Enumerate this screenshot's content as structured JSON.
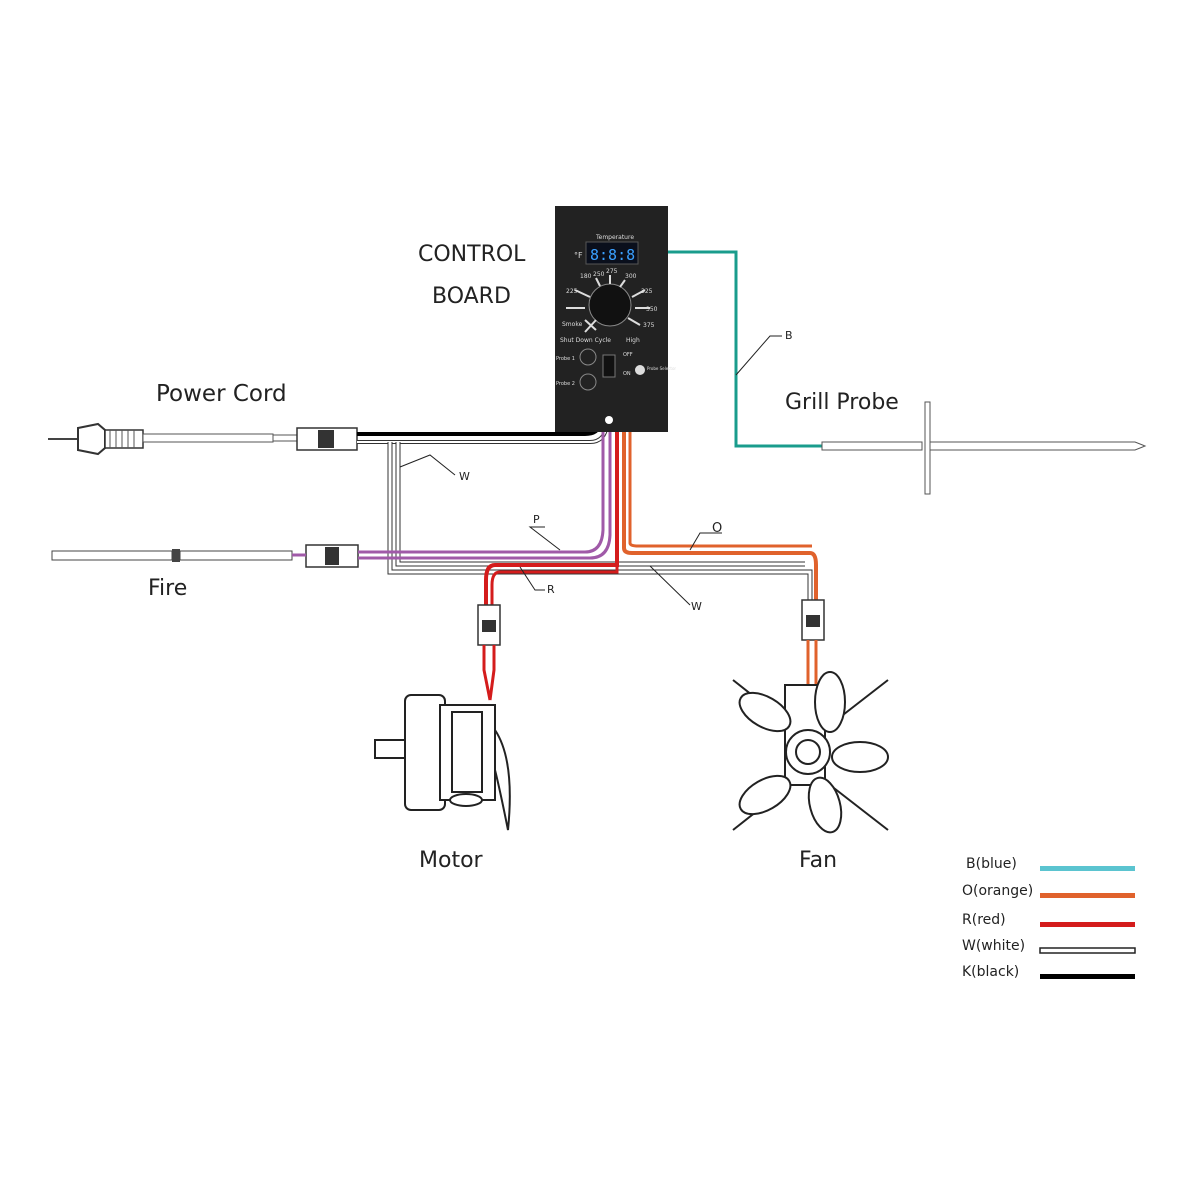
{
  "labels": {
    "control_board_1": "CONTROL",
    "control_board_2": "BOARD",
    "power_cord": "Power  Cord",
    "fire": "Fire",
    "grill_probe": "Grill Probe",
    "motor": "Motor",
    "fan": "Fan"
  },
  "wire_tags": {
    "b": "B",
    "w1": "W",
    "p": "P",
    "o": "O",
    "r": "R",
    "w2": "W"
  },
  "board": {
    "temperature": "Temperature",
    "unit": "°F",
    "display": "8:8:8",
    "dial": [
      "180",
      "225",
      "250",
      "275",
      "300",
      "325",
      "350",
      "375",
      "Smoke",
      "Shut Down Cycle",
      "High"
    ],
    "probe1": "Probe 1",
    "probe2": "Probe 2",
    "off": "OFF",
    "on": "ON",
    "probe_selector": "Probe Selector"
  },
  "legend": [
    {
      "label": "B(blue)",
      "color": "#5bc4d0"
    },
    {
      "label": "O(orange)",
      "color": "#e0622c"
    },
    {
      "label": "R(red)",
      "color": "#d41c1c"
    },
    {
      "label": "W(white)",
      "color": "#ffffff"
    },
    {
      "label": "K(black)",
      "color": "#000000"
    }
  ]
}
